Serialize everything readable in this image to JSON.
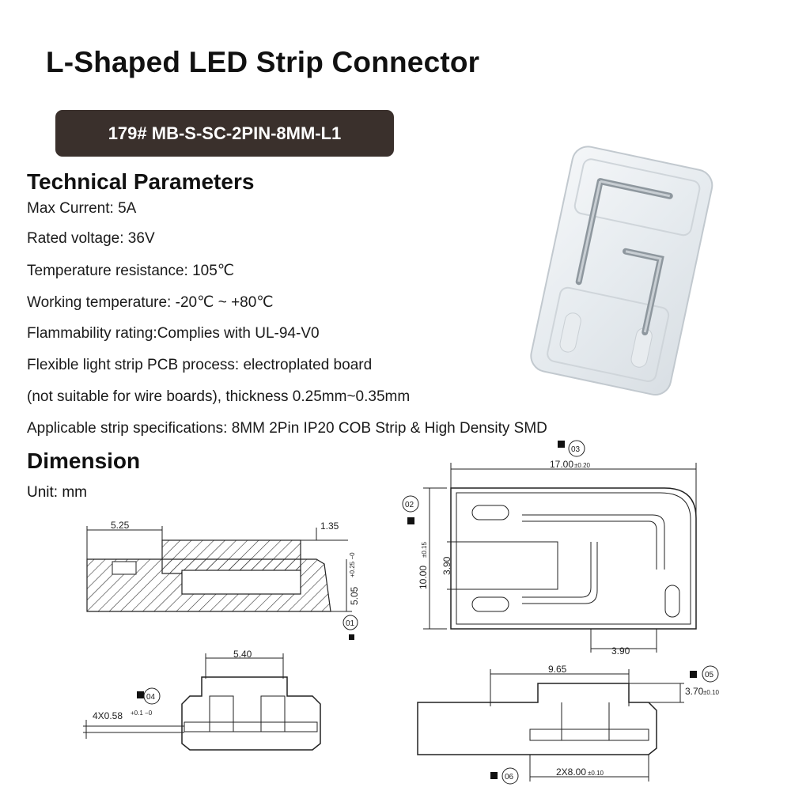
{
  "title": "L-Shaped LED Strip Connector",
  "model": "179# MB-S-SC-2PIN-8MM-L1",
  "technical_heading": "Technical Parameters",
  "params": [
    "Max Current: 5A",
    "Rated voltage: 36V",
    "Temperature resistance: 105℃",
    "Working temperature: -20℃ ~ +80℃",
    "Flammability rating:Complies with UL-94-V0",
    "Flexible light strip PCB process: electroplated board",
    "(not suitable for wire boards), thickness 0.25mm~0.35mm",
    "Applicable strip specifications: 8MM  2Pin IP20 COB Strip & High Density SMD"
  ],
  "dimension_heading": "Dimension",
  "unit_label": "Unit: mm",
  "views": {
    "v01": {
      "tag": "01",
      "dim_a": "5.25",
      "dim_b": "1.35",
      "dim_c": "5.05",
      "tol_c": "+0.25 −0"
    },
    "v02": {
      "tag": "02",
      "dim_a": "10.00",
      "tol_a": "±0.15",
      "dim_b": "3.90"
    },
    "v03": {
      "tag": "03",
      "dim_a": "17.00",
      "tol_a": "±0.20",
      "dim_b": "3.90"
    },
    "v04": {
      "tag": "04",
      "dim_a": "5.40",
      "dim_b": "4X0.58",
      "tol_b": "+0.1 −0"
    },
    "v05": {
      "tag": "05",
      "dim_a": "9.65",
      "dim_b": "3.70",
      "tol_b": "±0.10"
    },
    "v06": {
      "tag": "06",
      "dim_a": "2X8.00",
      "tol_a": "±0.10"
    }
  }
}
